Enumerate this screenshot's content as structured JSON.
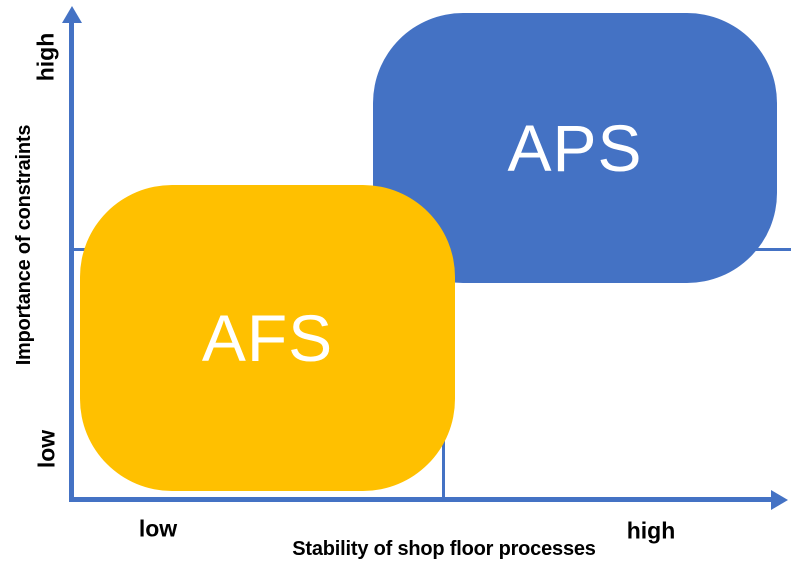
{
  "colors": {
    "axis_blue": "#4472C4",
    "aps_fill": "#4472C4",
    "afs_fill": "#FFC000",
    "box_text": "#FFFFFF",
    "label_text": "#000000",
    "background": "#FFFFFF"
  },
  "y_axis": {
    "title": "Importance of constraints",
    "high_label": "high",
    "low_label": "low"
  },
  "x_axis": {
    "title": "Stability of shop floor processes",
    "low_label": "low",
    "high_label": "high"
  },
  "boxes": [
    {
      "label": "AFS",
      "fill": "#FFC000",
      "quadrant": "lower-left"
    },
    {
      "label": "APS",
      "fill": "#4472C4",
      "quadrant": "upper-right"
    }
  ]
}
